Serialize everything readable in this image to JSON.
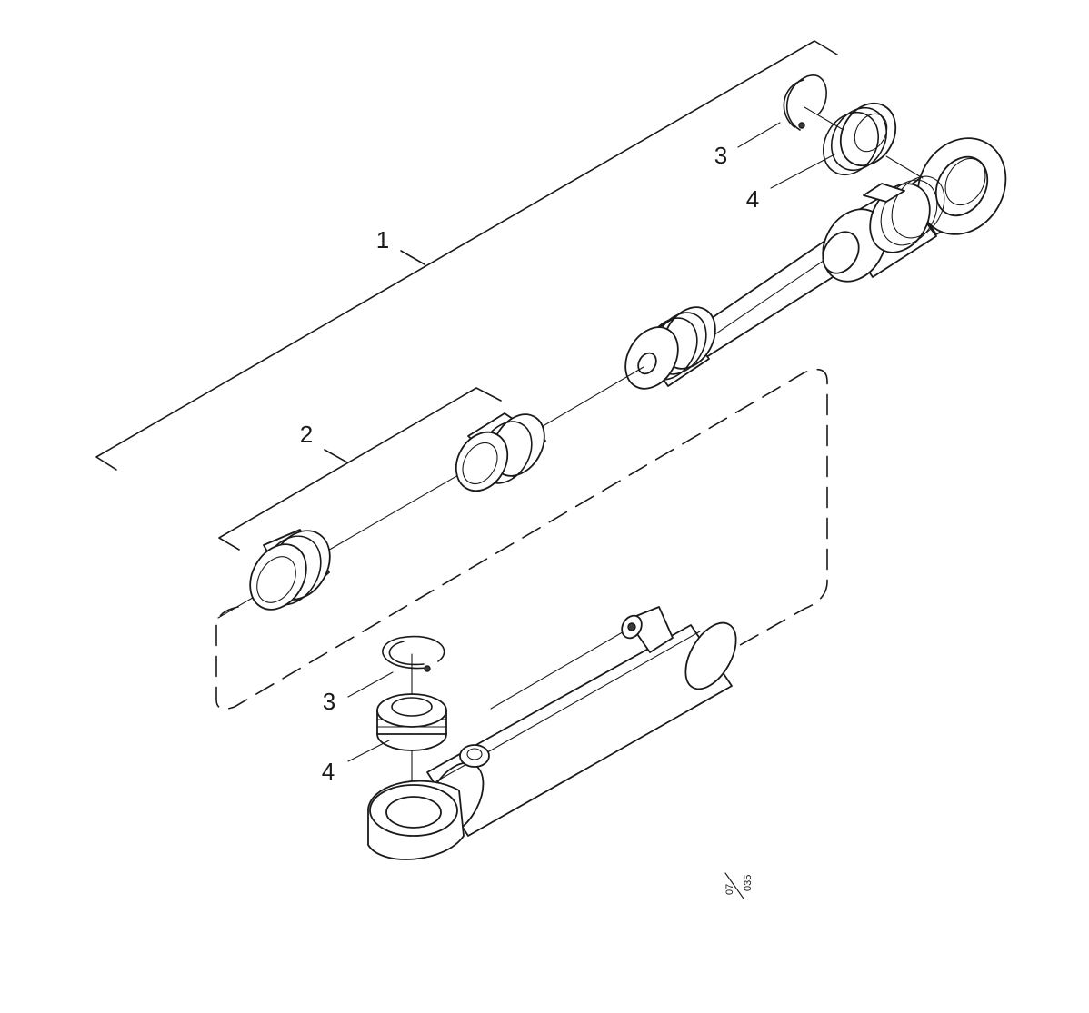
{
  "callouts": {
    "assembly": "1",
    "seal_kit": "2",
    "retaining_ring_top": "3",
    "bearing_top": "4",
    "retaining_ring_bottom": "3",
    "bearing_bottom": "4"
  },
  "reference": {
    "code_top": "07",
    "code_bottom": "035"
  }
}
